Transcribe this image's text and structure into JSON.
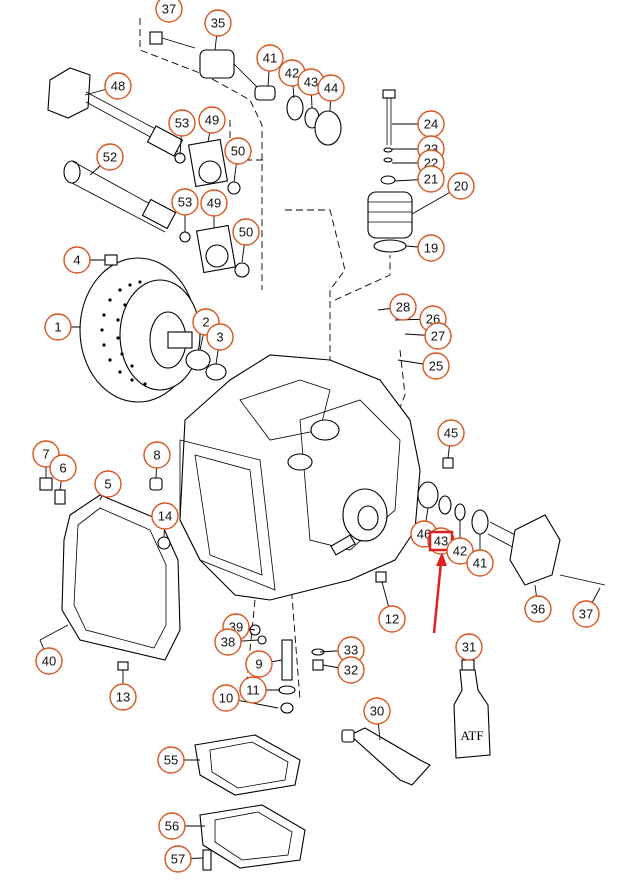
{
  "callouts": [
    {
      "id": "c37a",
      "label": "37"
    },
    {
      "id": "c35",
      "label": "35"
    },
    {
      "id": "c41a",
      "label": "41"
    },
    {
      "id": "c42a",
      "label": "42"
    },
    {
      "id": "c43a",
      "label": "43"
    },
    {
      "id": "c44",
      "label": "44"
    },
    {
      "id": "c48",
      "label": "48"
    },
    {
      "id": "c53a",
      "label": "53"
    },
    {
      "id": "c49a",
      "label": "49"
    },
    {
      "id": "c50a",
      "label": "50"
    },
    {
      "id": "c24",
      "label": "24"
    },
    {
      "id": "c23",
      "label": "23"
    },
    {
      "id": "c22",
      "label": "22"
    },
    {
      "id": "c21",
      "label": "21"
    },
    {
      "id": "c20",
      "label": "20"
    },
    {
      "id": "c52",
      "label": "52"
    },
    {
      "id": "c53b",
      "label": "53"
    },
    {
      "id": "c49b",
      "label": "49"
    },
    {
      "id": "c50b",
      "label": "50"
    },
    {
      "id": "c19",
      "label": "19"
    },
    {
      "id": "c4",
      "label": "4"
    },
    {
      "id": "c28",
      "label": "28"
    },
    {
      "id": "c26",
      "label": "26"
    },
    {
      "id": "c27",
      "label": "27"
    },
    {
      "id": "c1",
      "label": "1"
    },
    {
      "id": "c2",
      "label": "2"
    },
    {
      "id": "c3",
      "label": "3"
    },
    {
      "id": "c25",
      "label": "25"
    },
    {
      "id": "c45",
      "label": "45"
    },
    {
      "id": "c7",
      "label": "7"
    },
    {
      "id": "c6",
      "label": "6"
    },
    {
      "id": "c8",
      "label": "8"
    },
    {
      "id": "c5",
      "label": "5"
    },
    {
      "id": "c14",
      "label": "14"
    },
    {
      "id": "c46",
      "label": "46"
    },
    {
      "id": "c43b",
      "label": "43"
    },
    {
      "id": "c42b",
      "label": "42"
    },
    {
      "id": "c41b",
      "label": "41"
    },
    {
      "id": "c36",
      "label": "36"
    },
    {
      "id": "c37b",
      "label": "37"
    },
    {
      "id": "c12",
      "label": "12"
    },
    {
      "id": "c39",
      "label": "39"
    },
    {
      "id": "c38",
      "label": "38"
    },
    {
      "id": "c33",
      "label": "33"
    },
    {
      "id": "c32",
      "label": "32"
    },
    {
      "id": "c31",
      "label": "31"
    },
    {
      "id": "c40",
      "label": "40"
    },
    {
      "id": "c9",
      "label": "9"
    },
    {
      "id": "c13",
      "label": "13"
    },
    {
      "id": "c11",
      "label": "11"
    },
    {
      "id": "c10",
      "label": "10"
    },
    {
      "id": "c30",
      "label": "30"
    },
    {
      "id": "c55",
      "label": "55"
    },
    {
      "id": "c56",
      "label": "56"
    },
    {
      "id": "c57",
      "label": "57"
    }
  ],
  "bottle_label": "ATF",
  "highlight": {
    "target_label": "43",
    "color": "#e02020"
  },
  "colors": {
    "callout_ring": "#d9541e",
    "line": "#000000",
    "highlight": "#e02020"
  }
}
